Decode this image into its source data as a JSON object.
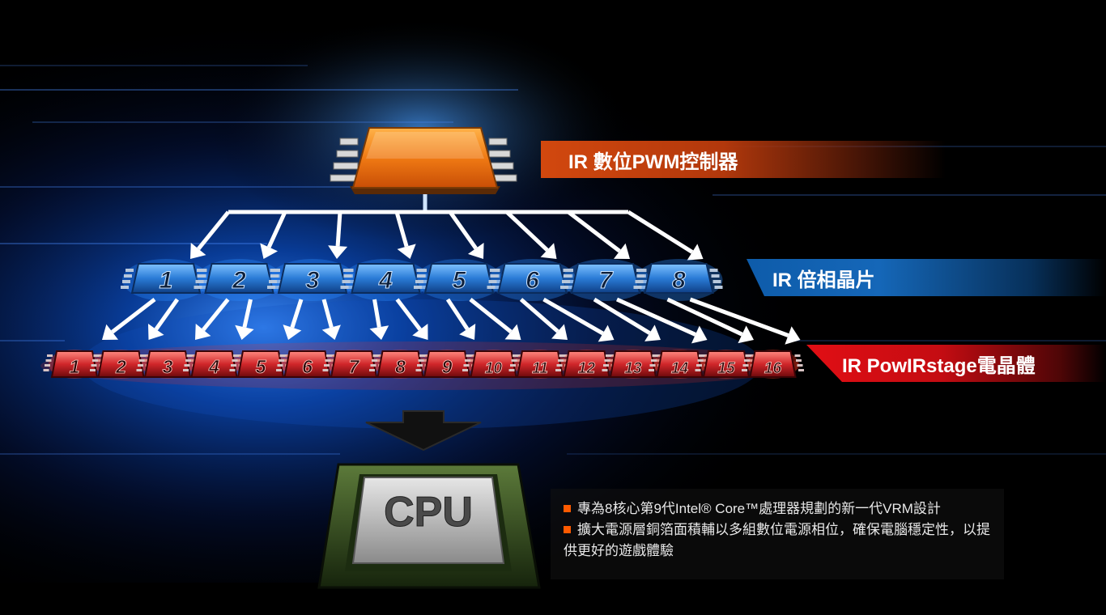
{
  "labels": {
    "pwm_controller": "IR 數位PWM控制器",
    "phase_doubler": "IR 倍相晶片",
    "powirstage": "IR PowIRstage電晶體"
  },
  "doublers": [
    "1",
    "2",
    "3",
    "4",
    "5",
    "6",
    "7",
    "8"
  ],
  "stages": [
    "1",
    "2",
    "3",
    "4",
    "5",
    "6",
    "7",
    "8",
    "9",
    "10",
    "11",
    "12",
    "13",
    "14",
    "15",
    "16"
  ],
  "cpu_label": "CPU",
  "notes": [
    "專為8核心第9代Intel® Core™處理器規劃的新一代VRM設計",
    "擴大電源層銅箔面積輔以多組數位電源相位，確保電腦穩定性，以提供更好的遊戲體驗"
  ],
  "colors": {
    "pwm_orange": "#e8660c",
    "doubler_blue": "#1a6fd0",
    "stage_red": "#c0141a",
    "cpu_green": "#2c4a1e",
    "bullet_orange": "#ff5a00"
  }
}
